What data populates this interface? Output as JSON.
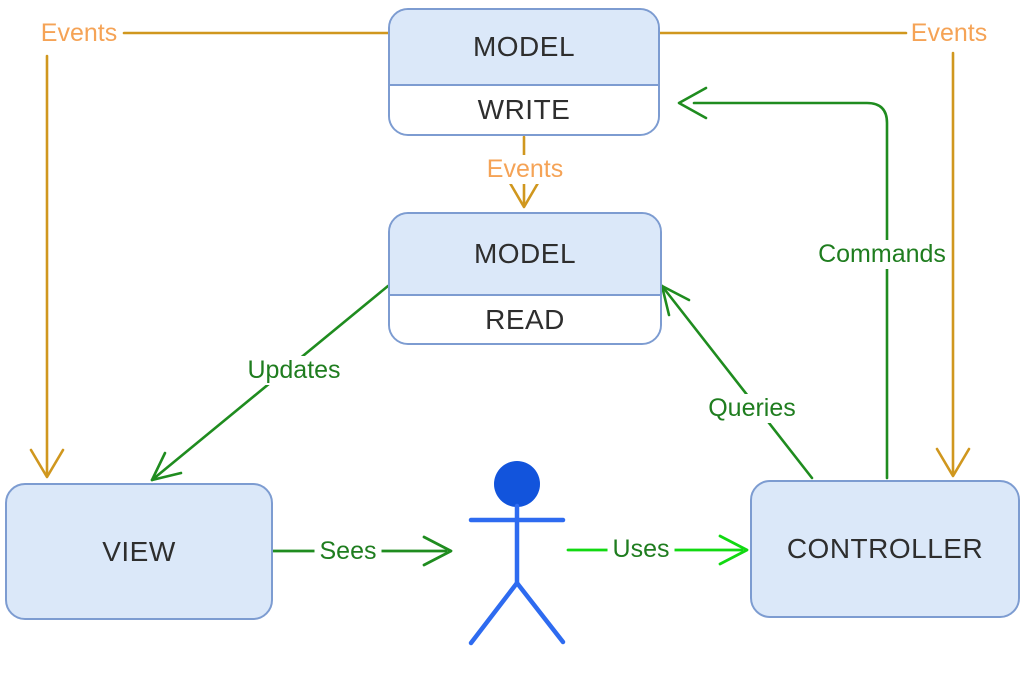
{
  "diagram": {
    "type": "flow-diagram",
    "nodes": {
      "model_write": {
        "title": "MODEL",
        "subtitle": "WRITE"
      },
      "model_read": {
        "title": "MODEL",
        "subtitle": "READ"
      },
      "view": {
        "title": "VIEW"
      },
      "controller": {
        "title": "CONTROLLER"
      },
      "actor": {
        "icon": "stick-figure-user"
      }
    },
    "edges": {
      "events_left": {
        "label": "Events",
        "from": "MODEL WRITE",
        "to": "VIEW"
      },
      "events_right": {
        "label": "Events",
        "from": "MODEL WRITE",
        "to": "CONTROLLER"
      },
      "events_middle": {
        "label": "Events",
        "from": "MODEL WRITE",
        "to": "MODEL READ"
      },
      "commands": {
        "label": "Commands",
        "from": "CONTROLLER",
        "to": "MODEL WRITE"
      },
      "updates": {
        "label": "Updates",
        "from": "MODEL READ",
        "to": "VIEW"
      },
      "queries": {
        "label": "Queries",
        "from": "CONTROLLER",
        "to": "MODEL READ"
      },
      "sees": {
        "label": "Sees",
        "from": "VIEW",
        "to": "USER"
      },
      "uses": {
        "label": "Uses",
        "from": "USER",
        "to": "CONTROLLER"
      }
    },
    "colors": {
      "node_fill": "#dbe8f9",
      "node_body_fill": "#ffffff",
      "node_border": "#7d9cd1",
      "orange_line": "#d0971e",
      "orange_label": "#f5a356",
      "green_line": "#1f8c1f",
      "green_label": "#1f7d1f",
      "bright_green_line": "#11d911",
      "actor_blue": "#2e6bf0",
      "actor_head": "#1254dc"
    }
  }
}
